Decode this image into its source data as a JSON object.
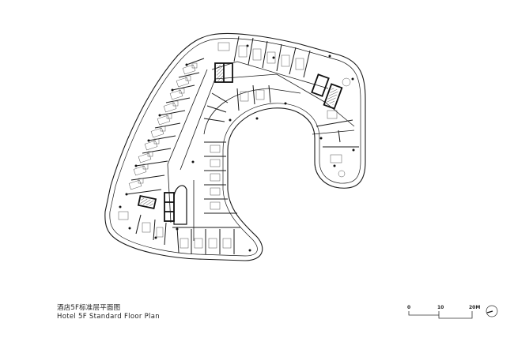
{
  "drawing": {
    "title_cn": "酒店5F标准层平面图",
    "title_en": "Hotel 5F Standard Floor Plan",
    "type": "architectural floor plan",
    "line_color": "#1a1a1a",
    "background": "#ffffff"
  },
  "scale_bar": {
    "labels": [
      "0",
      "10",
      "20M"
    ]
  },
  "north_arrow": {
    "icon": "north-arrow-icon"
  }
}
